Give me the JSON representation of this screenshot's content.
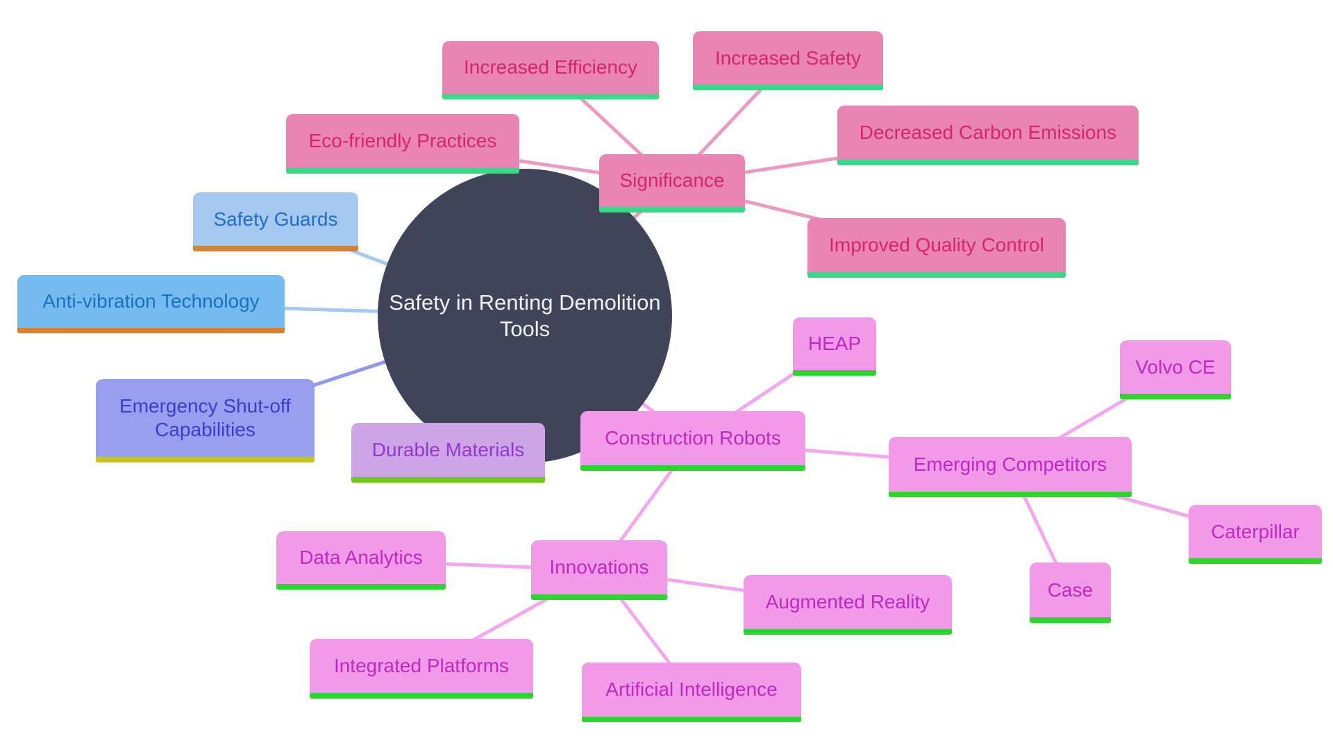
{
  "diagram_title": "Safety in Renting Demolition Tools mind map",
  "nodes": {
    "center": {
      "label": "Safety in Renting Demolition Tools"
    },
    "significance": {
      "label": "Significance"
    },
    "increased_efficiency": {
      "label": "Increased Efficiency"
    },
    "increased_safety": {
      "label": "Increased Safety"
    },
    "decreased_carbon": {
      "label": "Decreased Carbon Emissions"
    },
    "eco_friendly": {
      "label": "Eco-friendly Practices"
    },
    "improved_quality": {
      "label": "Improved Quality Control"
    },
    "safety_guards": {
      "label": "Safety Guards"
    },
    "anti_vibration": {
      "label": "Anti-vibration Technology"
    },
    "emergency_shutoff": {
      "label": "Emergency Shut-off Capabilities"
    },
    "durable_materials": {
      "label": "Durable Materials"
    },
    "construction_robots": {
      "label": "Construction Robots"
    },
    "heap": {
      "label": "HEAP"
    },
    "emerging_competitors": {
      "label": "Emerging Competitors"
    },
    "volvo": {
      "label": "Volvo CE"
    },
    "caterpillar": {
      "label": "Caterpillar"
    },
    "case": {
      "label": "Case"
    },
    "innovations": {
      "label": "Innovations"
    },
    "data_analytics": {
      "label": "Data Analytics"
    },
    "augmented_reality": {
      "label": "Augmented Reality"
    },
    "integrated_platforms": {
      "label": "Integrated Platforms"
    },
    "artificial_intelligence": {
      "label": "Artificial Intelligence"
    }
  },
  "edges": [
    {
      "from": "center",
      "to": "significance",
      "color": "significance_edge"
    },
    {
      "from": "significance",
      "to": "increased_efficiency",
      "color": "significance_edge"
    },
    {
      "from": "significance",
      "to": "increased_safety",
      "color": "significance_edge"
    },
    {
      "from": "significance",
      "to": "decreased_carbon",
      "color": "significance_edge"
    },
    {
      "from": "significance",
      "to": "eco_friendly",
      "color": "significance_edge"
    },
    {
      "from": "significance",
      "to": "improved_quality",
      "color": "significance_edge"
    },
    {
      "from": "center",
      "to": "safety_guards",
      "color": "blue_edge"
    },
    {
      "from": "center",
      "to": "anti_vibration",
      "color": "blue_edge"
    },
    {
      "from": "center",
      "to": "emergency_shutoff",
      "color": "periwinkle_edge"
    },
    {
      "from": "center",
      "to": "durable_materials",
      "color": "purple_edge"
    },
    {
      "from": "center",
      "to": "construction_robots",
      "color": "robots_edge"
    },
    {
      "from": "construction_robots",
      "to": "heap",
      "color": "robots_edge"
    },
    {
      "from": "construction_robots",
      "to": "emerging_competitors",
      "color": "robots_edge"
    },
    {
      "from": "construction_robots",
      "to": "innovations",
      "color": "robots_edge"
    },
    {
      "from": "emerging_competitors",
      "to": "volvo",
      "color": "robots_edge"
    },
    {
      "from": "emerging_competitors",
      "to": "caterpillar",
      "color": "robots_edge"
    },
    {
      "from": "emerging_competitors",
      "to": "case",
      "color": "robots_edge"
    },
    {
      "from": "innovations",
      "to": "data_analytics",
      "color": "robots_edge"
    },
    {
      "from": "innovations",
      "to": "augmented_reality",
      "color": "robots_edge"
    },
    {
      "from": "innovations",
      "to": "integrated_platforms",
      "color": "robots_edge"
    },
    {
      "from": "innovations",
      "to": "artificial_intelligence",
      "color": "robots_edge"
    }
  ],
  "colors": {
    "background": "#ffffff",
    "root_fill": "#3f4459",
    "root_text": "#f1f2f6",
    "significance_fill": "#e885b2",
    "significance_text": "#d6246f",
    "significance_bar": "#3bd787",
    "significance_edge": "#eb9ac2",
    "robots_fill": "#f19ae9",
    "robots_text": "#bf29bd",
    "robots_bar": "#2ed32e",
    "robots_edge": "#f3a8ee",
    "safety_guards_fill": "#a6c8f0",
    "anti_vibration_fill": "#73bced",
    "blue_text": "#1e6fc4",
    "blue_bar": "#d8812d",
    "blue_edge": "#a5c9f1",
    "periwinkle_fill": "#989ef0",
    "periwinkle_text": "#3b3ec8",
    "periwinkle_bar": "#c9c22d",
    "periwinkle_edge": "#8f97ed",
    "purple_fill": "#cda4e6",
    "purple_text": "#9238cf",
    "purple_bar": "#6ec916",
    "purple_edge": "#c7a1e8"
  },
  "edge_width": 5
}
